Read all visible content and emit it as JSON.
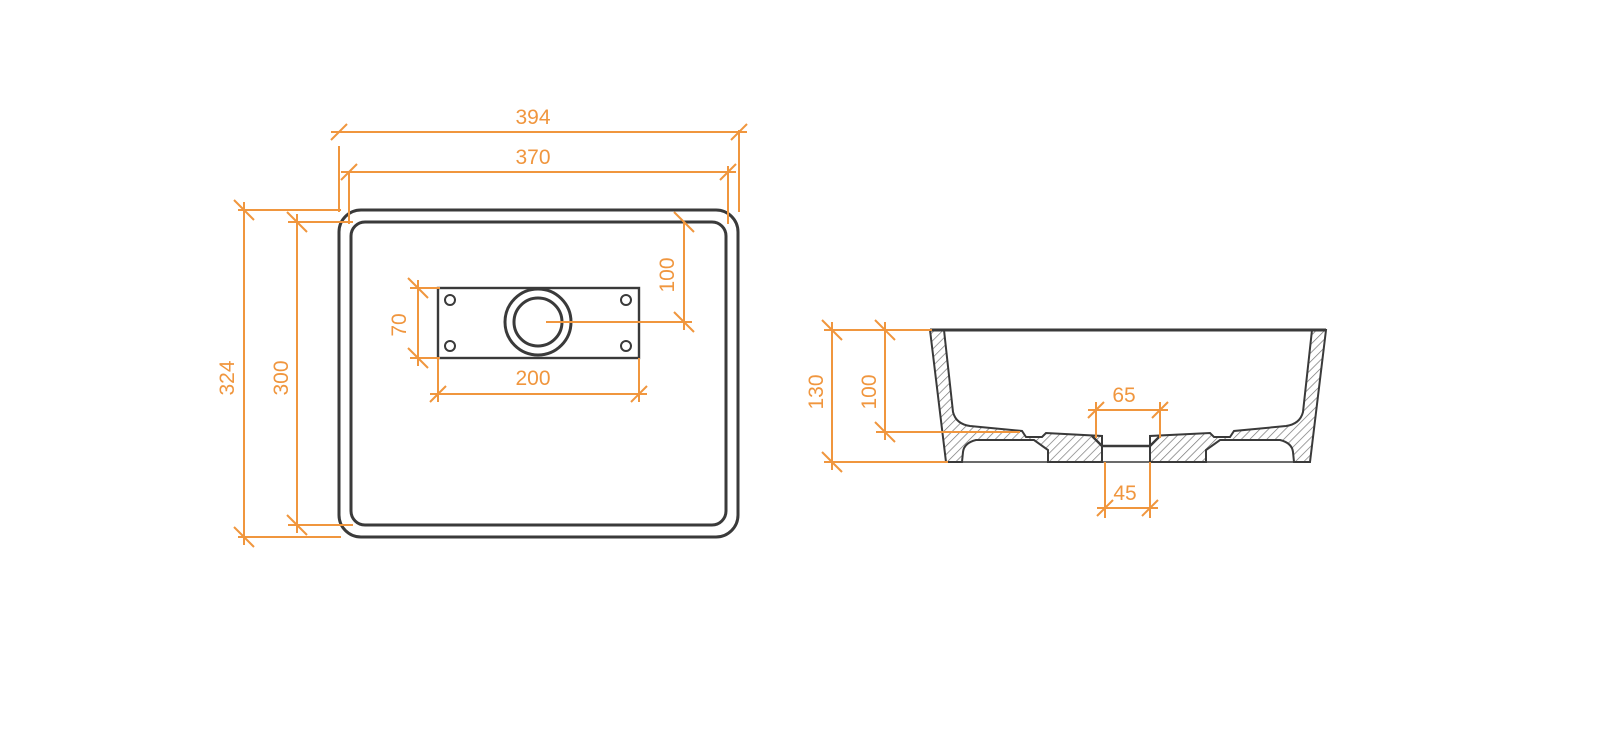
{
  "colors": {
    "dimension": "#f0963e",
    "outline": "#3a3a3a",
    "background": "#ffffff"
  },
  "dimensions": {
    "outer_width": "394",
    "inner_width": "370",
    "outer_depth": "324",
    "inner_depth": "300",
    "plate_width": "200",
    "plate_height": "70",
    "drain_offset": "100",
    "total_height": "130",
    "inner_height": "100",
    "drain_top_width": "65",
    "drain_bottom_width": "45"
  }
}
